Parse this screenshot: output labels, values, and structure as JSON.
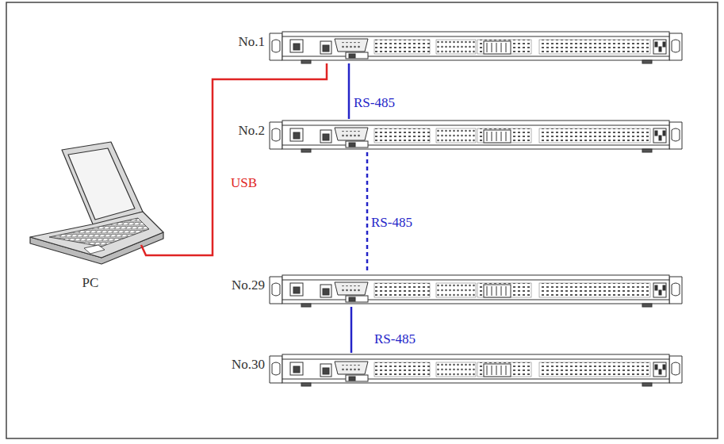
{
  "diagram": {
    "nodes": [
      {
        "text": [
          "No.1"
        ]
      },
      {
        "text": [
          "No.2"
        ]
      },
      {
        "text": [
          "PC"
        ]
      },
      {
        "text": [
          "No.29"
        ]
      },
      {
        "text": [
          "No.30"
        ]
      }
    ],
    "edges": [
      {
        "from": 2,
        "to": 0,
        "label": "USB",
        "arrow": "none"
      },
      {
        "from": 0,
        "to": 1,
        "label": "RS-485",
        "arrow": "none"
      },
      {
        "from": 1,
        "to": 3,
        "label": "RS-485",
        "arrow": "none"
      },
      {
        "from": 3,
        "to": 4,
        "label": "RS-485",
        "arrow": "none"
      }
    ]
  }
}
